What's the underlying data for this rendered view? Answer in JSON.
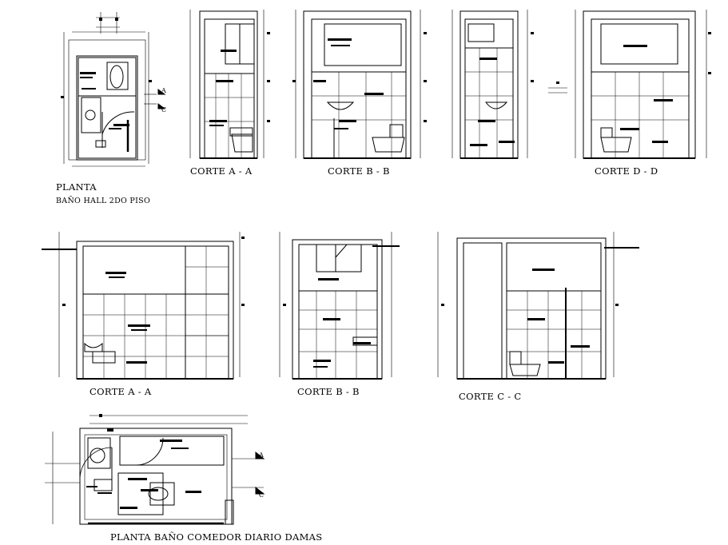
{
  "labels": {
    "planta_title": "PLANTA",
    "planta_subtitle": "BAÑO HALL 2DO PISO",
    "top_corte_a": "CORTE A - A",
    "top_corte_b": "CORTE B - B",
    "top_corte_d": "CORTE D - D",
    "mid_corte_a": "CORTE A - A",
    "mid_corte_b": "CORTE B - B",
    "mid_corte_c": "CORTE C - C",
    "planta_bottom": "PLANTA BAÑO COMEDOR DIARIO DAMAS"
  },
  "section_markers": {
    "a": "A",
    "c": "C"
  },
  "colors": {
    "line": "#000000",
    "background": "#ffffff"
  }
}
